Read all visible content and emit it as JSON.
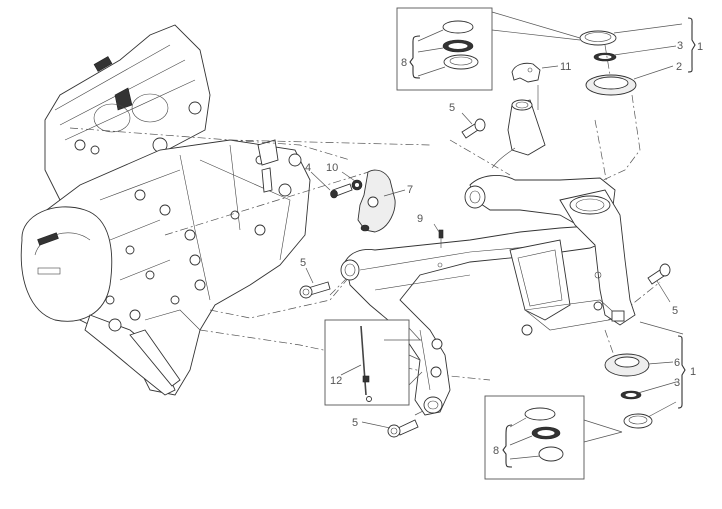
{
  "diagram": {
    "title": "Frame exploded view",
    "colors": {
      "line": "#333333",
      "label": "#555555",
      "background": "#ffffff"
    },
    "callouts": [
      {
        "id": "c1-top",
        "number": "1",
        "part": "steering bearing kit (upper)"
      },
      {
        "id": "c2",
        "number": "2",
        "part": "upper seal / cover"
      },
      {
        "id": "c3-top",
        "number": "3",
        "part": "seal ring (upper)"
      },
      {
        "id": "c8-top",
        "number": "8",
        "part": "bearing set (upper, inset)"
      },
      {
        "id": "c11",
        "number": "11",
        "part": "bracket"
      },
      {
        "id": "c5-a",
        "number": "5",
        "part": "screw"
      },
      {
        "id": "c10",
        "number": "10",
        "part": "nut"
      },
      {
        "id": "c4",
        "number": "4",
        "part": "screw"
      },
      {
        "id": "c7",
        "number": "7",
        "part": "plate"
      },
      {
        "id": "c9",
        "number": "9",
        "part": "vent fitting"
      },
      {
        "id": "c5-b",
        "number": "5",
        "part": "screw"
      },
      {
        "id": "c5-c",
        "number": "5",
        "part": "screw"
      },
      {
        "id": "c6",
        "number": "6",
        "part": "lower cover"
      },
      {
        "id": "c1-bottom",
        "number": "1",
        "part": "steering bearing kit (lower)"
      },
      {
        "id": "c3-bottom",
        "number": "3",
        "part": "seal ring (lower)"
      },
      {
        "id": "c12",
        "number": "12",
        "part": "cable tie"
      },
      {
        "id": "c5-d",
        "number": "5",
        "part": "screw"
      },
      {
        "id": "c8-bottom",
        "number": "8",
        "part": "bearing set (lower, inset)"
      }
    ]
  }
}
